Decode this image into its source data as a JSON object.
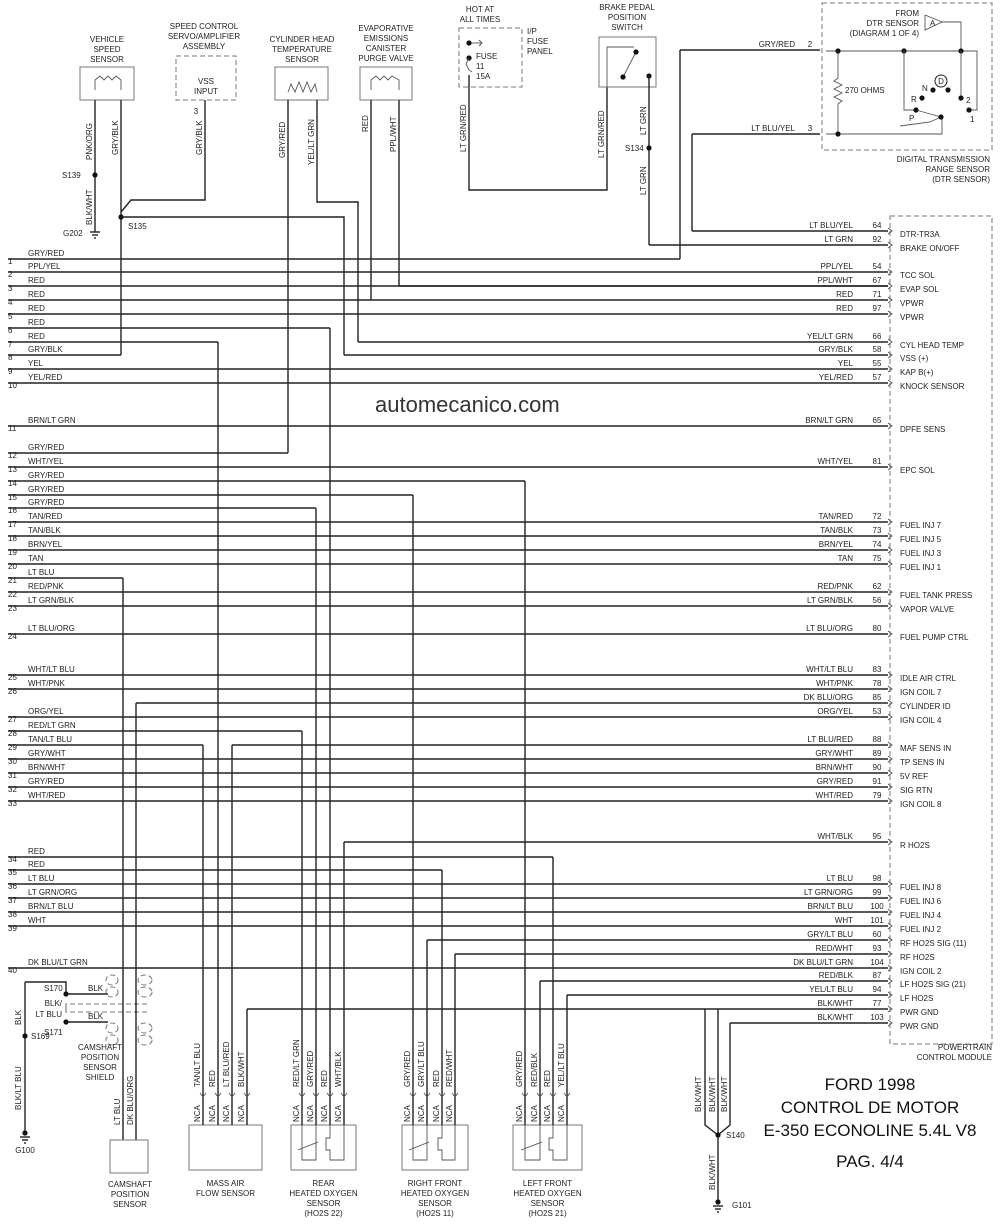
{
  "watermark": "automecanico.com",
  "title": {
    "line1": "FORD 1998",
    "line2": "CONTROL DE MOTOR",
    "line3": "E-350 ECONOLINE 5.4L V8",
    "page": "PAG. 4/4"
  },
  "top": {
    "vss": {
      "name": [
        "VEHICLE",
        "SPEED",
        "SENSOR"
      ],
      "wires": [
        "PNK/ORG",
        "GRY/BLK"
      ],
      "splice": "S139",
      "ground_wire": "BLK/WHT",
      "ground": "G202",
      "splice2": "S135"
    },
    "speed_control": {
      "name": [
        "SPEED CONTROL",
        "SERVO/AMPLIFIER",
        "ASSEMBLY"
      ],
      "body": [
        "VSS",
        "INPUT"
      ],
      "pin": "3",
      "wire": "GRY/BLK"
    },
    "cht": {
      "name": [
        "CYLINDER HEAD",
        "TEMPERATURE",
        "SENSOR"
      ],
      "wires": [
        "GRY/RED",
        "YEL/LT GRN"
      ]
    },
    "evap": {
      "name": [
        "EVAPORATIVE",
        "EMISSIONS",
        "CANISTER",
        "PURGE VALVE"
      ],
      "wires": [
        "RED",
        "PPL/WHT"
      ]
    },
    "fuse": {
      "header": [
        "HOT AT",
        "ALL TIMES"
      ],
      "panel": [
        "I/P",
        "FUSE",
        "PANEL"
      ],
      "fuse": [
        "FUSE",
        "11",
        "15A"
      ],
      "wire": "LT GRN/RED"
    },
    "bpp": {
      "name": [
        "BRAKE PEDAL",
        "POSITION",
        "SWITCH"
      ],
      "wires": [
        "LT GRN/RED",
        "LT GRN"
      ],
      "splice": "S134",
      "wire2": "LT GRN"
    },
    "dtr": {
      "from": [
        "FROM",
        "DTR SENSOR",
        "(DIAGRAM 1 OF 4)"
      ],
      "connector": "A",
      "resistor": "270 OHMS",
      "positions": [
        "P",
        "R",
        "N",
        "D",
        "2",
        "1"
      ],
      "pins": [
        {
          "wire": "GRY/RED",
          "pin": "2"
        },
        {
          "wire": "LT BLU/YEL",
          "pin": "3"
        }
      ],
      "name": [
        "DIGITAL TRANSMISSION",
        "RANGE SENSOR",
        "(DTR SENSOR)"
      ]
    }
  },
  "left_wires": [
    {
      "n": "1",
      "c": "GRY/RED"
    },
    {
      "n": "2",
      "c": "PPL/YEL"
    },
    {
      "n": "3",
      "c": "RED"
    },
    {
      "n": "4",
      "c": "RED"
    },
    {
      "n": "5",
      "c": "RED"
    },
    {
      "n": "6",
      "c": "RED"
    },
    {
      "n": "7",
      "c": "RED"
    },
    {
      "n": "8",
      "c": "GRY/BLK"
    },
    {
      "n": "9",
      "c": "YEL"
    },
    {
      "n": "10",
      "c": "YEL/RED"
    },
    {
      "n": "11",
      "c": "BRN/LT GRN"
    },
    {
      "n": "12",
      "c": "GRY/RED"
    },
    {
      "n": "13",
      "c": "WHT/YEL"
    },
    {
      "n": "14",
      "c": "GRY/RED"
    },
    {
      "n": "15",
      "c": "GRY/RED"
    },
    {
      "n": "16",
      "c": "GRY/RED"
    },
    {
      "n": "17",
      "c": "TAN/RED"
    },
    {
      "n": "18",
      "c": "TAN/BLK"
    },
    {
      "n": "19",
      "c": "BRN/YEL"
    },
    {
      "n": "20",
      "c": "TAN"
    },
    {
      "n": "21",
      "c": "LT BLU"
    },
    {
      "n": "22",
      "c": "RED/PNK"
    },
    {
      "n": "23",
      "c": "LT GRN/BLK"
    },
    {
      "n": "24",
      "c": "LT BLU/ORG"
    },
    {
      "n": "25",
      "c": "WHT/LT BLU"
    },
    {
      "n": "26",
      "c": "WHT/PNK"
    },
    {
      "n": "27",
      "c": "ORG/YEL"
    },
    {
      "n": "28",
      "c": "RED/LT GRN"
    },
    {
      "n": "29",
      "c": "TAN/LT BLU"
    },
    {
      "n": "30",
      "c": "GRY/WHT"
    },
    {
      "n": "31",
      "c": "BRN/WHT"
    },
    {
      "n": "32",
      "c": "GRY/RED"
    },
    {
      "n": "33",
      "c": "WHT/RED"
    },
    {
      "n": "34",
      "c": "RED"
    },
    {
      "n": "35",
      "c": "RED"
    },
    {
      "n": "36",
      "c": "LT BLU"
    },
    {
      "n": "37",
      "c": "LT GRN/ORG"
    },
    {
      "n": "38",
      "c": "BRN/LT BLU"
    },
    {
      "n": "39",
      "c": "WHT"
    },
    {
      "n": "40",
      "c": "DK BLU/LT GRN"
    }
  ],
  "pcm_pins": [
    {
      "c": "LT BLU/YEL",
      "pin": "64",
      "f": "DTR-TR3A"
    },
    {
      "c": "LT GRN",
      "pin": "92",
      "f": "BRAKE ON/OFF"
    },
    {
      "c": "PPL/YEL",
      "pin": "54",
      "f": "TCC SOL"
    },
    {
      "c": "PPL/WHT",
      "pin": "67",
      "f": "EVAP SOL"
    },
    {
      "c": "RED",
      "pin": "71",
      "f": "VPWR"
    },
    {
      "c": "RED",
      "pin": "97",
      "f": "VPWR"
    },
    {
      "c": "YEL/LT GRN",
      "pin": "66",
      "f": "CYL HEAD TEMP"
    },
    {
      "c": "GRY/BLK",
      "pin": "58",
      "f": "VSS (+)"
    },
    {
      "c": "YEL",
      "pin": "55",
      "f": "KAP B(+)"
    },
    {
      "c": "YEL/RED",
      "pin": "57",
      "f": "KNOCK SENSOR"
    },
    {
      "c": "BRN/LT GRN",
      "pin": "65",
      "f": "DPFE SENS"
    },
    {
      "c": "WHT/YEL",
      "pin": "81",
      "f": "EPC SOL"
    },
    {
      "c": "TAN/RED",
      "pin": "72",
      "f": "FUEL INJ 7"
    },
    {
      "c": "TAN/BLK",
      "pin": "73",
      "f": "FUEL INJ 5"
    },
    {
      "c": "BRN/YEL",
      "pin": "74",
      "f": "FUEL INJ 3"
    },
    {
      "c": "TAN",
      "pin": "75",
      "f": "FUEL INJ 1"
    },
    {
      "c": "RED/PNK",
      "pin": "62",
      "f": "FUEL TANK PRESS"
    },
    {
      "c": "LT GRN/BLK",
      "pin": "56",
      "f": "VAPOR VALVE"
    },
    {
      "c": "LT BLU/ORG",
      "pin": "80",
      "f": "FUEL PUMP CTRL"
    },
    {
      "c": "WHT/LT BLU",
      "pin": "83",
      "f": "IDLE AIR CTRL"
    },
    {
      "c": "WHT/PNK",
      "pin": "78",
      "f": "IGN COIL 7"
    },
    {
      "c": "DK BLU/ORG",
      "pin": "85",
      "f": "CYLINDER ID"
    },
    {
      "c": "ORG/YEL",
      "pin": "53",
      "f": "IGN COIL 4"
    },
    {
      "c": "LT BLU/RED",
      "pin": "88",
      "f": "MAF SENS IN"
    },
    {
      "c": "GRY/WHT",
      "pin": "89",
      "f": "TP SENS IN"
    },
    {
      "c": "BRN/WHT",
      "pin": "90",
      "f": "5V REF"
    },
    {
      "c": "GRY/RED",
      "pin": "91",
      "f": "SIG RTN"
    },
    {
      "c": "WHT/RED",
      "pin": "79",
      "f": "IGN COIL 8"
    },
    {
      "c": "WHT/BLK",
      "pin": "95",
      "f": "R HO2S"
    },
    {
      "c": "LT BLU",
      "pin": "98",
      "f": "FUEL INJ 8"
    },
    {
      "c": "LT GRN/ORG",
      "pin": "99",
      "f": "FUEL INJ 6"
    },
    {
      "c": "BRN/LT BLU",
      "pin": "100",
      "f": "FUEL INJ 4"
    },
    {
      "c": "WHT",
      "pin": "101",
      "f": "FUEL INJ 2"
    },
    {
      "c": "GRY/LT BLU",
      "pin": "60",
      "f": "RF HO2S SIG (11)"
    },
    {
      "c": "RED/WHT",
      "pin": "93",
      "f": "RF HO2S"
    },
    {
      "c": "DK BLU/LT GRN",
      "pin": "104",
      "f": "IGN COIL 2"
    },
    {
      "c": "RED/BLK",
      "pin": "87",
      "f": "LF HO2S SIG (21)"
    },
    {
      "c": "YEL/LT BLU",
      "pin": "94",
      "f": "LF HO2S"
    },
    {
      "c": "BLK/WHT",
      "pin": "77",
      "f": "PWR GND"
    },
    {
      "c": "BLK/WHT",
      "pin": "103",
      "f": "PWR GND"
    }
  ],
  "pcm_name": [
    "POWERTRAIN",
    "CONTROL MODULE"
  ],
  "bottom": {
    "ground_left": {
      "wire_top": "BLK",
      "wire_bottom": "BLK/LT BLU",
      "splice": "S169",
      "ground": "G100",
      "s170": "S170",
      "s171": "S171",
      "blk1": "BLK",
      "blk2": "BLK",
      "blk_lt_blu": [
        "BLK/",
        "LT BLU"
      ]
    },
    "shield": [
      "CAMSHAFT",
      "POSITION",
      "SENSOR",
      "SHIELD"
    ],
    "camshaft": {
      "name": [
        "CAMSHAFT",
        "POSITION",
        "SENSOR"
      ],
      "wires": [
        "LT BLU",
        "DK BLU/ORG"
      ]
    },
    "sensors": [
      {
        "key": "maf",
        "name": [
          "MASS AIR",
          "FLOW SENSOR"
        ],
        "wires": [
          "TAN/LT BLU",
          "RED",
          "LT BLU/RED",
          "BLK/WHT"
        ],
        "nca": [
          "NCA",
          "NCA",
          "NCA",
          "NCA"
        ]
      },
      {
        "key": "rear-ho2s",
        "name": [
          "REAR",
          "HEATED OXYGEN",
          "SENSOR",
          "(HO2S 22)"
        ],
        "wires": [
          "RED/LT GRN",
          "GRY/RED",
          "RED",
          "WHT/BLK"
        ],
        "nca": [
          "NCA",
          "NCA",
          "NCA",
          "NCA"
        ]
      },
      {
        "key": "rf-ho2s",
        "name": [
          "RIGHT FRONT",
          "HEATED OXYGEN",
          "SENSOR",
          "(HO2S 11)"
        ],
        "wires": [
          "GRY/RED",
          "GRY/LT BLU",
          "RED",
          "RED/WHT"
        ],
        "nca": [
          "NCA",
          "NCA",
          "NCA",
          "NCA"
        ]
      },
      {
        "key": "lf-ho2s",
        "name": [
          "LEFT FRONT",
          "HEATED OXYGEN",
          "SENSOR",
          "(HO2S 21)"
        ],
        "wires": [
          "GRY/RED",
          "RED/BLK",
          "RED",
          "YEL/LT BLU"
        ],
        "nca": [
          "NCA",
          "NCA",
          "NCA",
          "NCA"
        ]
      }
    ],
    "ground_right": {
      "wires": [
        "BLK/WHT",
        "BLK/WHT",
        "BLK/WHT"
      ],
      "splice": "S140",
      "wire_down": "BLK/WHT",
      "ground": "G101"
    }
  }
}
